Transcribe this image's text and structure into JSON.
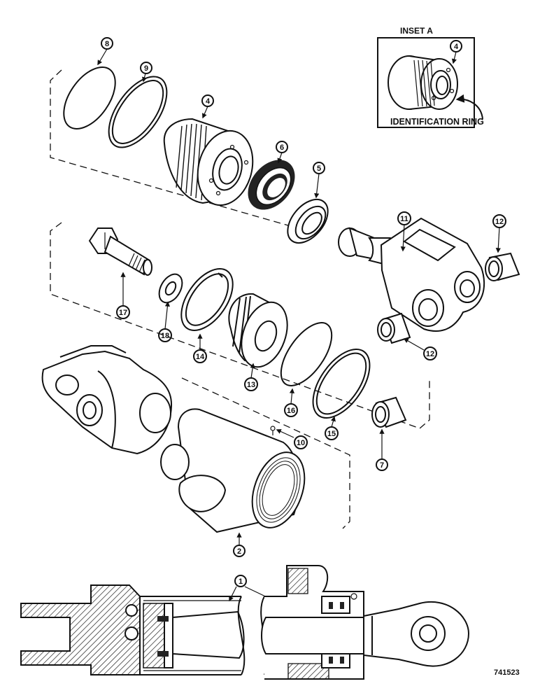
{
  "inset": {
    "title": "INSET A",
    "callout": "4",
    "caption": "IDENTIFICATION RING"
  },
  "callouts": [
    "8",
    "9",
    "4",
    "6",
    "5",
    "11",
    "12",
    "17",
    "18",
    "14",
    "13",
    "12",
    "16",
    "15",
    "10",
    "7",
    "2",
    "1"
  ],
  "figure_number": "741523"
}
